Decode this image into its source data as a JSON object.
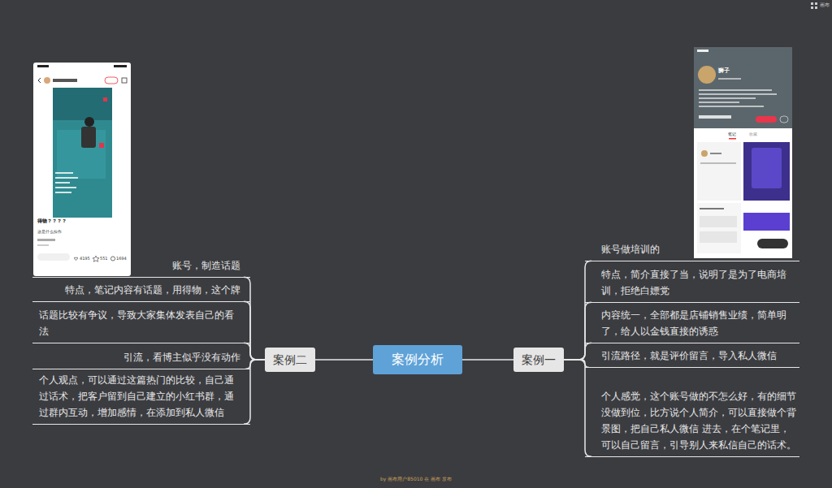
{
  "diagram": {
    "nodes": [
      {
        "text": [
          "案例分析"
        ]
      },
      {
        "text": [
          "案例二"
        ]
      },
      {
        "text": [
          "账号，制造话题"
        ]
      },
      {
        "text": [
          "特点，笔记内容有话题，用得物，这个牌"
        ]
      },
      {
        "text": [
          "话题比较有争议，导致大家集体发表自己的看法"
        ]
      },
      {
        "text": [
          "引流，看博主似乎没有动作"
        ]
      },
      {
        "text": [
          "个人观点，可以通过这篇热门的比较，自己通过话术，把客户留到自己建立的小红书群，通过群内互动，增加感情，在添加到私人微信"
        ]
      },
      {
        "text": [
          "案例一"
        ]
      },
      {
        "text": [
          "账号做培训的"
        ]
      },
      {
        "text": [
          "特点，简介直接了当，说明了是为了电商培训，拒绝白嫖党"
        ]
      },
      {
        "text": [
          "内容统一，全部都是店铺销售业绩，简单明了，给人以金钱直接的诱惑"
        ]
      },
      {
        "text": [
          "引流路径，就是评价留言，导入私人微信"
        ]
      },
      {
        "text": [
          "个人感觉，这个账号做的不怎么好，有的细节没做到位，比方说个人简介，可以直接做个背景图，把自己私人微信 进去，在个笔记里，可以自己留言，引导别人来私信自己的话术。"
        ]
      }
    ],
    "edges": [
      {
        "from": 0,
        "to": 1,
        "arrow": "none"
      },
      {
        "from": 0,
        "to": 7,
        "arrow": "none"
      },
      {
        "from": 1,
        "to": 2,
        "arrow": "none"
      },
      {
        "from": 1,
        "to": 3,
        "arrow": "none"
      },
      {
        "from": 1,
        "to": 4,
        "arrow": "none"
      },
      {
        "from": 1,
        "to": 5,
        "arrow": "none"
      },
      {
        "from": 1,
        "to": 6,
        "arrow": "none"
      },
      {
        "from": 7,
        "to": 8,
        "arrow": "none"
      },
      {
        "from": 7,
        "to": 9,
        "arrow": "none"
      },
      {
        "from": 7,
        "to": 10,
        "arrow": "none"
      },
      {
        "from": 7,
        "to": 11,
        "arrow": "none"
      },
      {
        "from": 7,
        "to": 12,
        "arrow": "none"
      }
    ],
    "labels": [
      "得物？？？？",
      "这是什么操作",
      "4195",
      "551",
      "1694",
      "狮子",
      "笔记",
      "收藏",
      "画布",
      "by 画布用户85010 在 画布 发布"
    ]
  }
}
